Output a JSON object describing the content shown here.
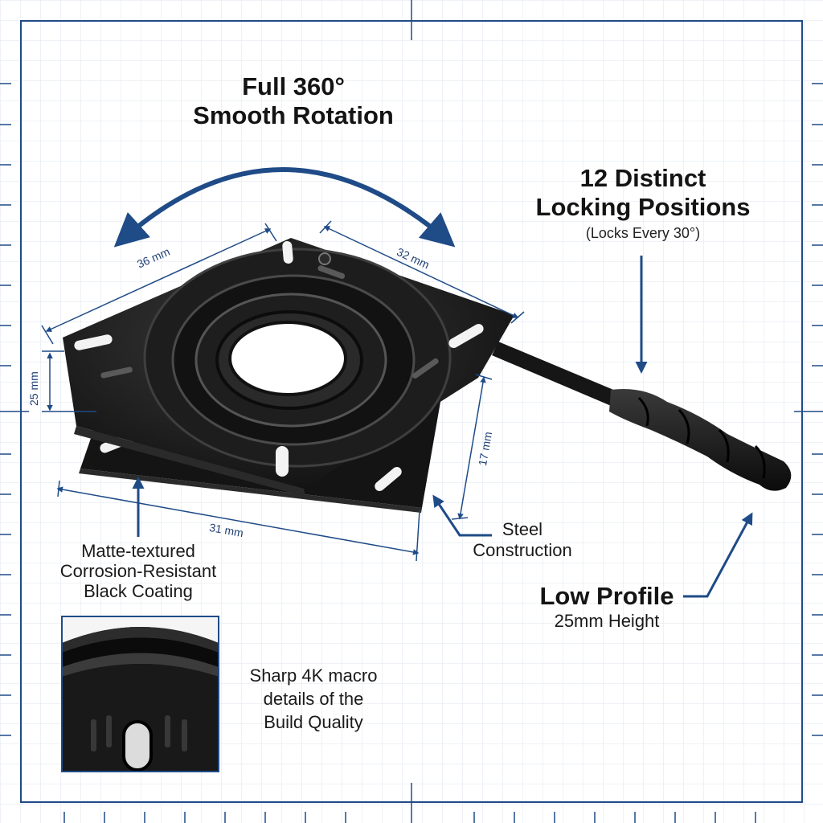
{
  "headings": {
    "rotation_line1": "Full 360°",
    "rotation_line2": "Smooth Rotation",
    "locking_line1": "12 Distinct",
    "locking_line2": "Locking Positions",
    "locking_sub": "(Locks Every 30°)",
    "profile_title": "Low Profile",
    "profile_sub": "25mm Height"
  },
  "callouts": {
    "coating_line1": "Matte-textured",
    "coating_line2": "Corrosion-Resistant",
    "coating_line3": "Black Coating",
    "steel_line1": "Steel",
    "steel_line2": "Construction",
    "macro_line1": "Sharp 4K macro",
    "macro_line2": "details of the",
    "macro_line3": "Build Quality"
  },
  "dimensions": {
    "top_left": "36 mm",
    "top_right": "32 mm",
    "left_height": "25 mm",
    "right_height": "17 mm",
    "bottom": "31 mm"
  },
  "colors": {
    "accent_blue": "#1f4b87",
    "grid_line": "#dde5ee",
    "product_black": "#1b1b1b"
  }
}
